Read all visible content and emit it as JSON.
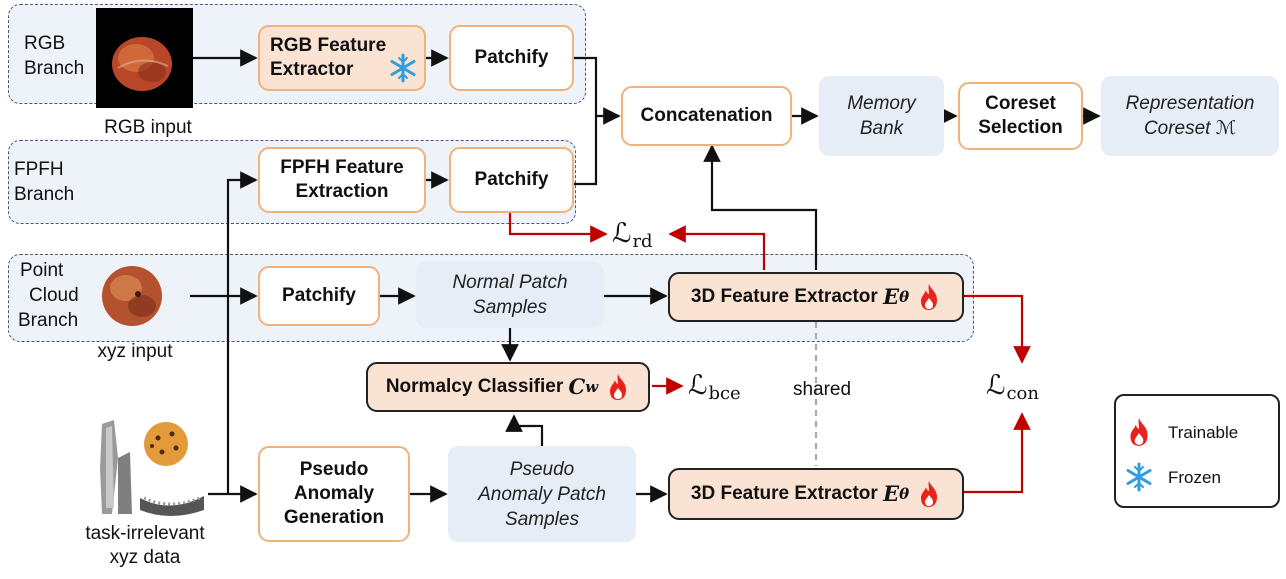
{
  "branches": {
    "rgb_label": [
      "RGB",
      "Branch"
    ],
    "fpfh_label": [
      "FPFH",
      "Branch"
    ],
    "point_cloud_label": [
      "Point",
      "Cloud",
      "Branch"
    ]
  },
  "inputs": {
    "rgb_caption": "RGB input",
    "xyz_caption": "xyz input",
    "task_caption": [
      "task-irrelevant",
      "xyz data"
    ]
  },
  "boxes": {
    "rgb_extractor": [
      "RGB Feature",
      "Extractor"
    ],
    "patchify": "Patchify",
    "fpfh_extraction": [
      "FPFH Feature",
      "Extraction"
    ],
    "concatenation": "Concatenation",
    "memory_bank": [
      "Memory",
      "Bank"
    ],
    "coreset_selection": [
      "Coreset",
      "Selection"
    ],
    "representation_coreset": [
      "Representation",
      "Coreset ℳ"
    ],
    "normal_patch_samples": [
      "Normal Patch",
      "Samples"
    ],
    "feature_extractor_3d": "3D Feature Extractor",
    "normalcy_classifier": "Normalcy Classifier",
    "pseudo_anomaly_generation": [
      "Pseudo",
      "Anomaly",
      "Generation"
    ],
    "pseudo_anomaly_patch_samples": [
      "Pseudo",
      "Anomaly Patch",
      "Samples"
    ]
  },
  "symbols": {
    "extractor_param": "E",
    "extractor_sub": "θ",
    "classifier_param": "C",
    "classifier_sub": "w"
  },
  "losses": {
    "rd": {
      "script": "ℒ",
      "sub": "rd"
    },
    "bce": {
      "script": "ℒ",
      "sub": "bce"
    },
    "con": {
      "script": "ℒ",
      "sub": "con"
    }
  },
  "shared_label": "shared",
  "legend": {
    "trainable": "Trainable",
    "frozen": "Frozen",
    "trainable_icon": "flame-icon",
    "frozen_icon": "snowflake-icon"
  },
  "colors": {
    "loss_arrow": "#c00000",
    "box_border": "#f0b27a",
    "box_fill": "#fbe3d3",
    "soft_fill": "#e6edf6",
    "branch_fill": "#eef3fa"
  }
}
